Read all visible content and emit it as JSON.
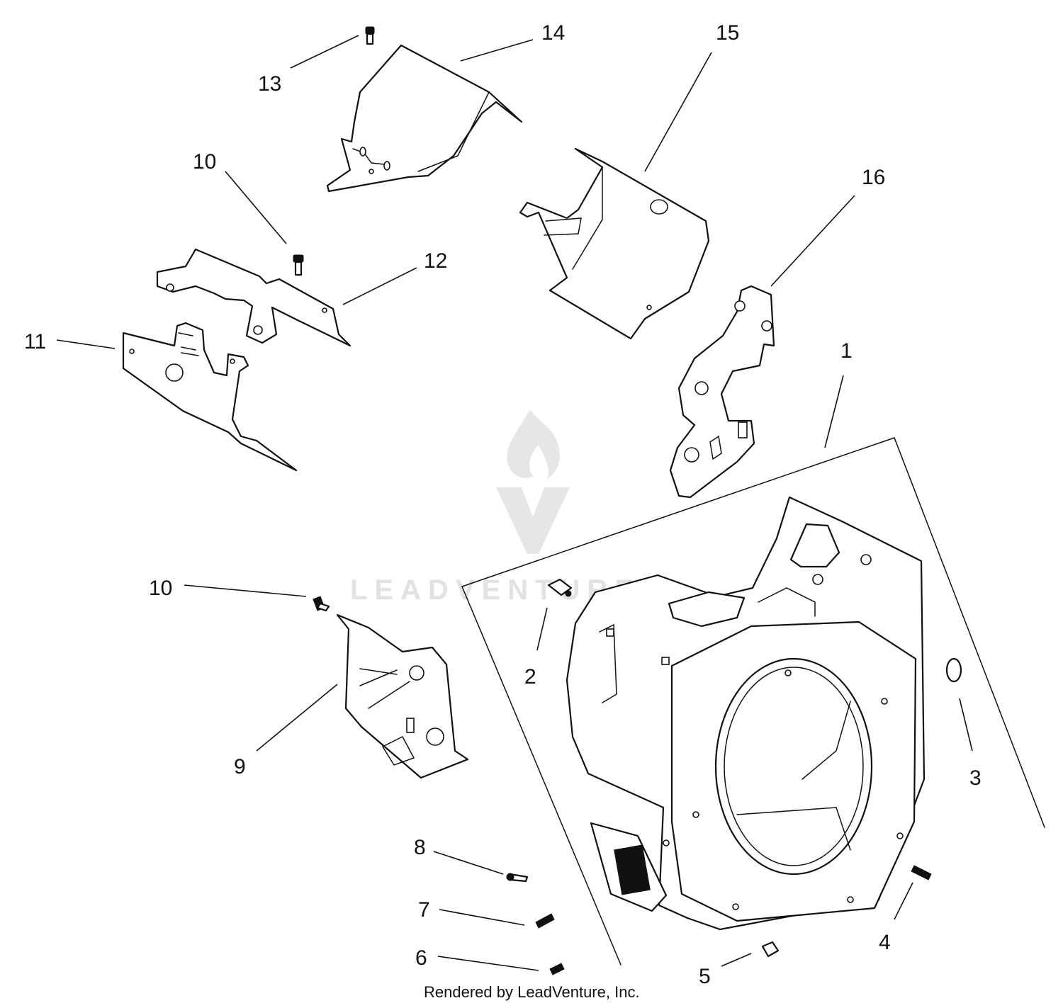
{
  "callouts": {
    "c1": "1",
    "c2": "2",
    "c3": "3",
    "c4": "4",
    "c5": "5",
    "c6": "6",
    "c7": "7",
    "c8": "8",
    "c9": "9",
    "c10a": "10",
    "c10b": "10",
    "c11": "11",
    "c12": "12",
    "c13": "13",
    "c14": "14",
    "c15": "15",
    "c16": "16"
  },
  "watermark": {
    "text": "LEADVENTURE"
  },
  "footer": {
    "credit": "Rendered by LeadVenture, Inc."
  }
}
